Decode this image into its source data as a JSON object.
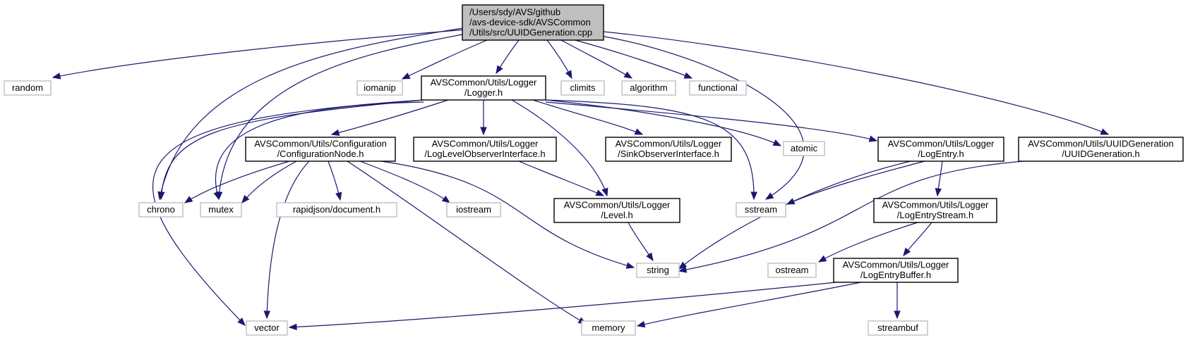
{
  "diagram": {
    "type": "include-dependency-graph",
    "colors": {
      "edge": "#191970",
      "root_fill": "#bfbfbf",
      "local_border": "#000000",
      "system_border": "#bfbfbf"
    },
    "nodes": [
      {
        "id": "root",
        "kind": "root",
        "lines": [
          "/Users/sdy/AVS/github",
          "/avs-device-sdk/AVSCommon",
          "/Utils/src/UUIDGeneration.cpp"
        ]
      },
      {
        "id": "random",
        "kind": "system",
        "lines": [
          "random"
        ]
      },
      {
        "id": "iomanip",
        "kind": "system",
        "lines": [
          "iomanip"
        ]
      },
      {
        "id": "logger",
        "kind": "local",
        "lines": [
          "AVSCommon/Utils/Logger",
          "/Logger.h"
        ]
      },
      {
        "id": "climits",
        "kind": "system",
        "lines": [
          "climits"
        ]
      },
      {
        "id": "algorithm",
        "kind": "system",
        "lines": [
          "algorithm"
        ]
      },
      {
        "id": "functional",
        "kind": "system",
        "lines": [
          "functional"
        ]
      },
      {
        "id": "confignode",
        "kind": "local",
        "lines": [
          "AVSCommon/Utils/Configuration",
          "/ConfigurationNode.h"
        ]
      },
      {
        "id": "loglevelobs",
        "kind": "local",
        "lines": [
          "AVSCommon/Utils/Logger",
          "/LogLevelObserverInterface.h"
        ]
      },
      {
        "id": "sinkobs",
        "kind": "local",
        "lines": [
          "AVSCommon/Utils/Logger",
          "/SinkObserverInterface.h"
        ]
      },
      {
        "id": "atomic",
        "kind": "system",
        "lines": [
          "atomic"
        ]
      },
      {
        "id": "logentry",
        "kind": "local",
        "lines": [
          "AVSCommon/Utils/Logger",
          "/LogEntry.h"
        ]
      },
      {
        "id": "uuidgen",
        "kind": "local",
        "lines": [
          "AVSCommon/Utils/UUIDGeneration",
          "/UUIDGeneration.h"
        ]
      },
      {
        "id": "chrono",
        "kind": "system",
        "lines": [
          "chrono"
        ]
      },
      {
        "id": "mutex",
        "kind": "system",
        "lines": [
          "mutex"
        ]
      },
      {
        "id": "rapidjson",
        "kind": "system",
        "lines": [
          "rapidjson/document.h"
        ]
      },
      {
        "id": "iostream",
        "kind": "system",
        "lines": [
          "iostream"
        ]
      },
      {
        "id": "level",
        "kind": "local",
        "lines": [
          "AVSCommon/Utils/Logger",
          "/Level.h"
        ]
      },
      {
        "id": "sstream",
        "kind": "system",
        "lines": [
          "sstream"
        ]
      },
      {
        "id": "logentrystream",
        "kind": "local",
        "lines": [
          "AVSCommon/Utils/Logger",
          "/LogEntryStream.h"
        ]
      },
      {
        "id": "string",
        "kind": "system",
        "lines": [
          "string"
        ]
      },
      {
        "id": "ostream",
        "kind": "system",
        "lines": [
          "ostream"
        ]
      },
      {
        "id": "logentrybuffer",
        "kind": "local",
        "lines": [
          "AVSCommon/Utils/Logger",
          "/LogEntryBuffer.h"
        ]
      },
      {
        "id": "vector",
        "kind": "system",
        "lines": [
          "vector"
        ]
      },
      {
        "id": "memory",
        "kind": "system",
        "lines": [
          "memory"
        ]
      },
      {
        "id": "streambuf",
        "kind": "system",
        "lines": [
          "streambuf"
        ]
      }
    ],
    "edges": [
      {
        "from": "root",
        "to": "random"
      },
      {
        "from": "root",
        "to": "chrono"
      },
      {
        "from": "root",
        "to": "mutex"
      },
      {
        "from": "root",
        "to": "iomanip"
      },
      {
        "from": "root",
        "to": "logger"
      },
      {
        "from": "root",
        "to": "climits"
      },
      {
        "from": "root",
        "to": "algorithm"
      },
      {
        "from": "root",
        "to": "functional"
      },
      {
        "from": "root",
        "to": "sstream"
      },
      {
        "from": "root",
        "to": "uuidgen"
      },
      {
        "from": "logger",
        "to": "vector"
      },
      {
        "from": "logger",
        "to": "chrono"
      },
      {
        "from": "logger",
        "to": "mutex"
      },
      {
        "from": "logger",
        "to": "confignode"
      },
      {
        "from": "logger",
        "to": "loglevelobs"
      },
      {
        "from": "logger",
        "to": "level"
      },
      {
        "from": "logger",
        "to": "sinkobs"
      },
      {
        "from": "logger",
        "to": "sstream"
      },
      {
        "from": "logger",
        "to": "atomic"
      },
      {
        "from": "logger",
        "to": "logentry"
      },
      {
        "from": "confignode",
        "to": "chrono"
      },
      {
        "from": "confignode",
        "to": "mutex"
      },
      {
        "from": "confignode",
        "to": "rapidjson"
      },
      {
        "from": "confignode",
        "to": "iostream"
      },
      {
        "from": "confignode",
        "to": "string"
      },
      {
        "from": "confignode",
        "to": "vector"
      },
      {
        "from": "confignode",
        "to": "memory"
      },
      {
        "from": "loglevelobs",
        "to": "level"
      },
      {
        "from": "level",
        "to": "string"
      },
      {
        "from": "logentry",
        "to": "sstream"
      },
      {
        "from": "logentry",
        "to": "string"
      },
      {
        "from": "logentry",
        "to": "logentrystream"
      },
      {
        "from": "uuidgen",
        "to": "string"
      },
      {
        "from": "logentrystream",
        "to": "ostream"
      },
      {
        "from": "logentrystream",
        "to": "logentrybuffer"
      },
      {
        "from": "logentrybuffer",
        "to": "vector"
      },
      {
        "from": "logentrybuffer",
        "to": "memory"
      },
      {
        "from": "logentrybuffer",
        "to": "streambuf"
      }
    ]
  }
}
